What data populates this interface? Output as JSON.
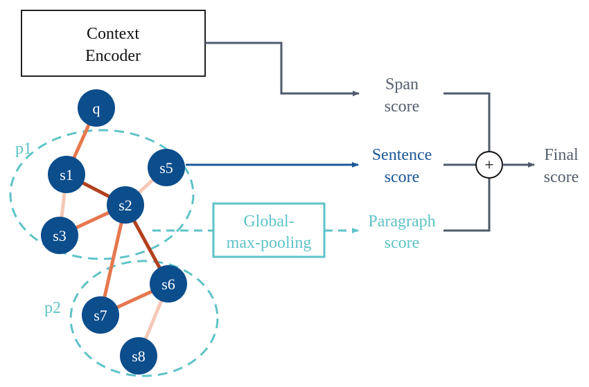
{
  "encoder": {
    "line1": "Context",
    "line2": "Encoder"
  },
  "pooling": {
    "line1": "Global-",
    "line2": "max-pooling"
  },
  "groups": {
    "p1": "p1",
    "p2": "p2"
  },
  "nodes": {
    "q": "q",
    "s1": "s1",
    "s2": "s2",
    "s3": "s3",
    "s5": "s5",
    "s6": "s6",
    "s7": "s7",
    "s8": "s8"
  },
  "scores": {
    "span": {
      "line1": "Span",
      "line2": "score"
    },
    "sentence": {
      "line1": "Sentence",
      "line2": "score"
    },
    "paragraph": {
      "line1": "Paragraph",
      "line2": "score"
    },
    "final": {
      "line1": "Final",
      "line2": "score"
    }
  },
  "sum_symbol": "+",
  "colors": {
    "node_fill": "#0c4d8c",
    "edge_dark": "#b2401e",
    "edge_mid": "#e6774e",
    "edge_light": "#f5c8b6",
    "teal": "#5ec3c7",
    "gray": "#4f5a6b",
    "navy": "#1a5798"
  }
}
